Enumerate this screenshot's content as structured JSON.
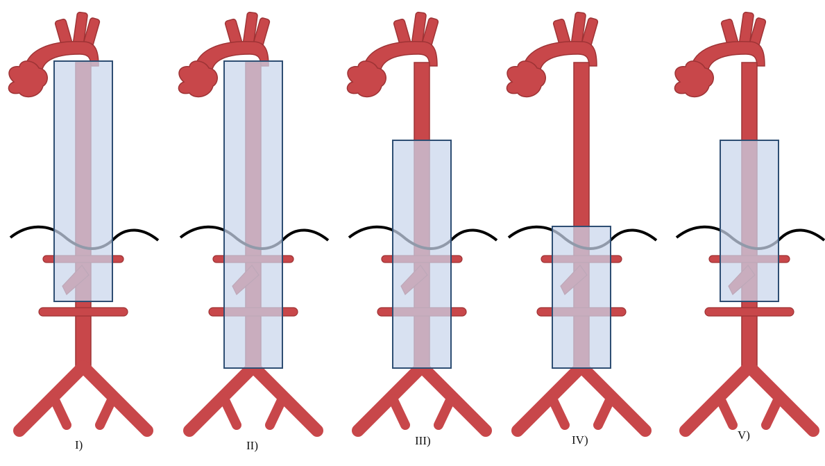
{
  "figure": {
    "colors": {
      "artery": "#C8474A",
      "artery_outline": "#9E3335",
      "region_fill": "#C9D6EC",
      "region_stroke": "#2E4E73",
      "diaphragm": "#000000",
      "label": "#111111"
    },
    "panels": [
      {
        "label": "I)",
        "extent": {
          "from": "distal-arch",
          "to": "above-renal-arteries"
        }
      },
      {
        "label": "II)",
        "extent": {
          "from": "distal-arch",
          "to": "aortic-bifurcation"
        }
      },
      {
        "label": "III)",
        "extent": {
          "from": "mid-descending",
          "to": "aortic-bifurcation"
        }
      },
      {
        "label": "IV)",
        "extent": {
          "from": "diaphragm",
          "to": "aortic-bifurcation"
        }
      },
      {
        "label": "V)",
        "extent": {
          "from": "mid-descending",
          "to": "above-renal-arteries"
        }
      }
    ]
  }
}
